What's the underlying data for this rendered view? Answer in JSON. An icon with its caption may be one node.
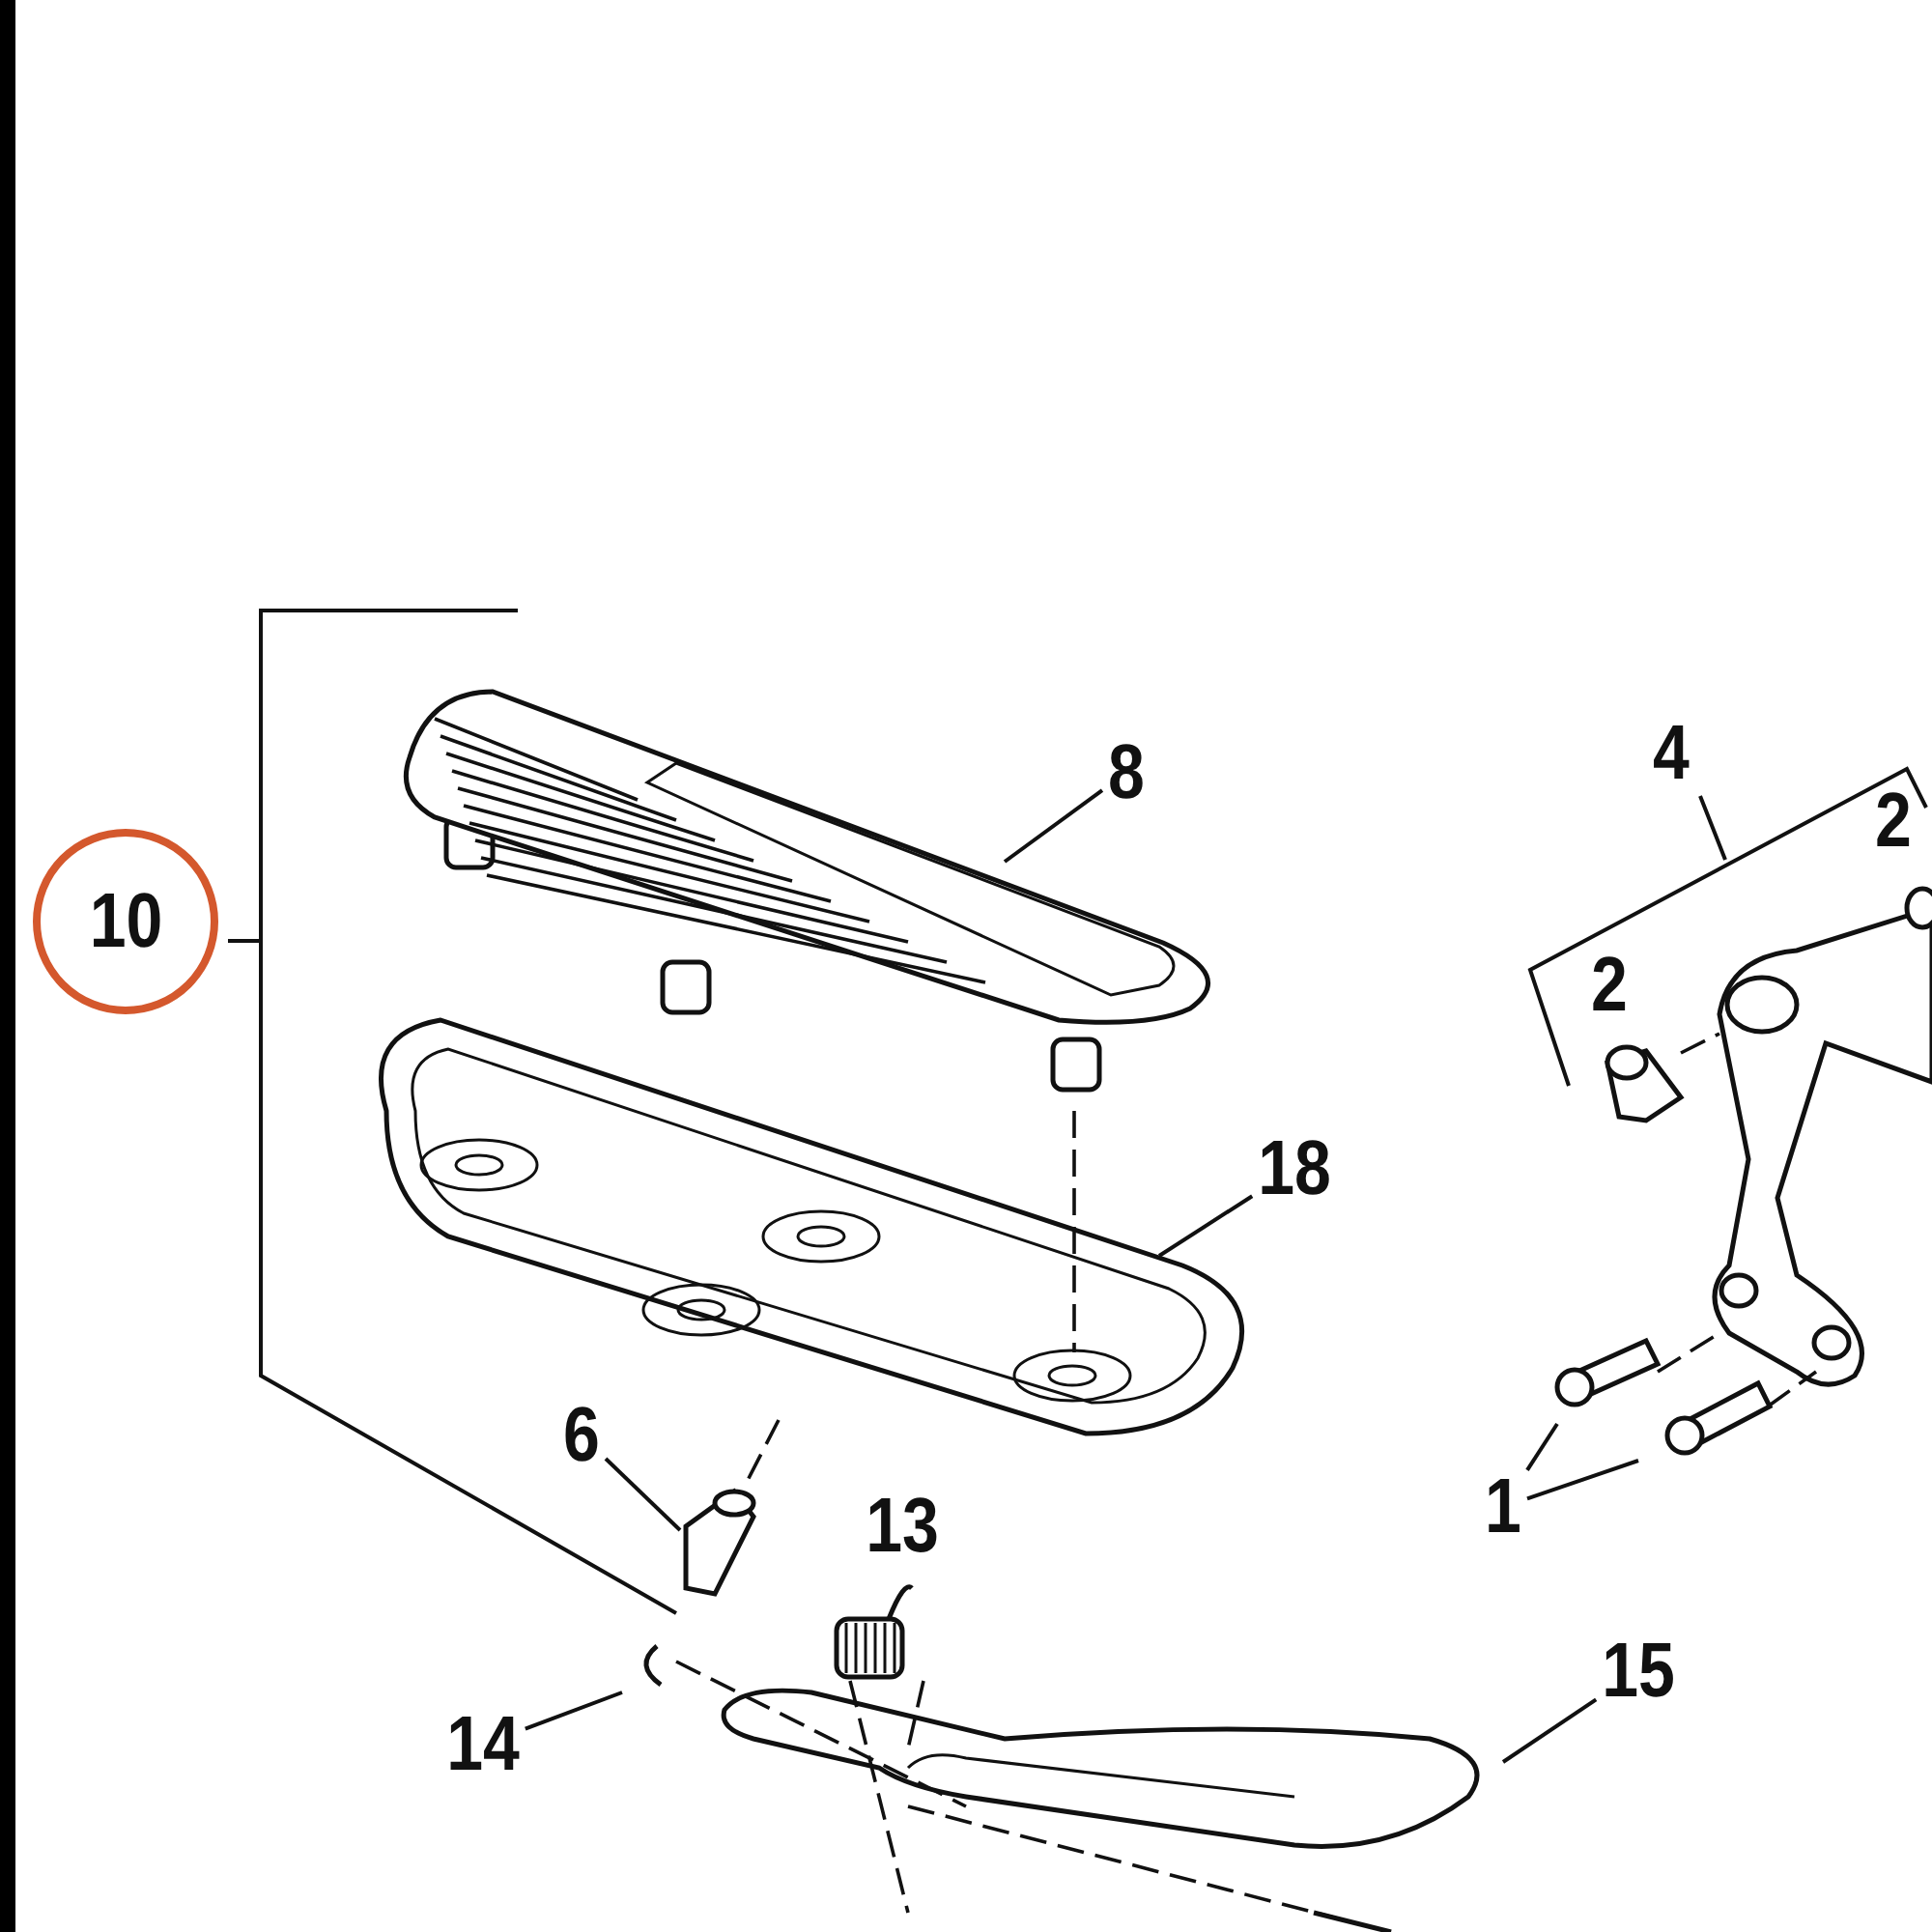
{
  "diagram": {
    "nodes": [
      {
        "text": [
          "8"
        ]
      },
      {
        "text": [
          "4"
        ]
      },
      {
        "text": [
          "2"
        ]
      },
      {
        "text": [
          "10"
        ]
      },
      {
        "text": [
          "2"
        ]
      },
      {
        "text": [
          "18"
        ]
      },
      {
        "text": [
          "6"
        ]
      },
      {
        "text": [
          "13"
        ]
      },
      {
        "text": [
          "1"
        ]
      },
      {
        "text": [
          "15"
        ]
      },
      {
        "text": [
          "14"
        ]
      }
    ],
    "edges": [
      {
        "from": 0,
        "to": null,
        "arrow": "none"
      },
      {
        "from": 5,
        "to": null,
        "arrow": "none"
      },
      {
        "from": 6,
        "to": null,
        "arrow": "none"
      },
      {
        "from": 8,
        "to": null,
        "arrow": "none"
      },
      {
        "from": 8,
        "to": null,
        "arrow": "none"
      },
      {
        "from": 9,
        "to": null,
        "arrow": "none"
      },
      {
        "from": 10,
        "to": null,
        "arrow": "none"
      }
    ]
  }
}
